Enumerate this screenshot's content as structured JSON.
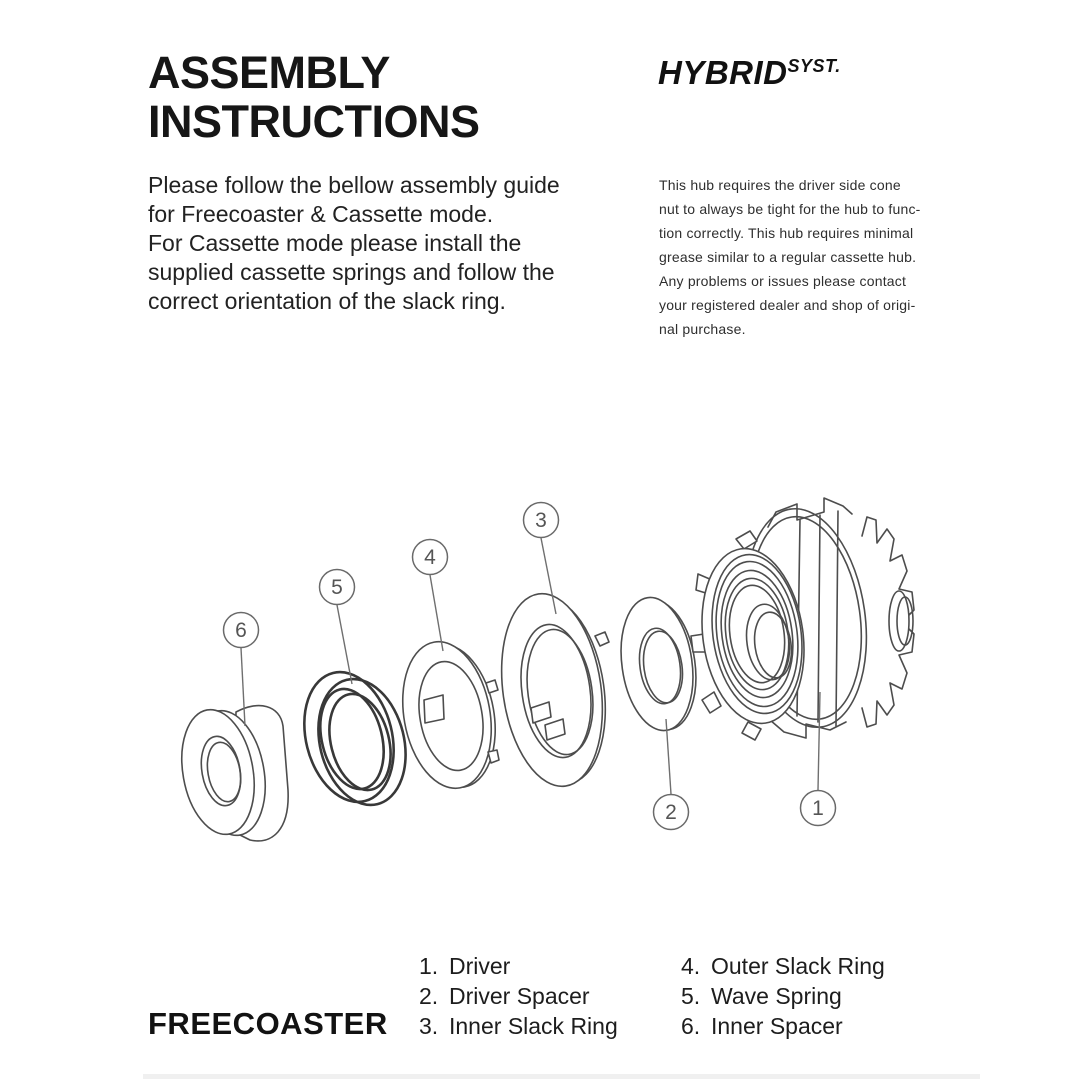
{
  "header": {
    "title_line1": "ASSEMBLY",
    "title_line2": "INSTRUCTIONS",
    "brand": {
      "name": "HYBRID",
      "suffix": "SYST."
    }
  },
  "intro": {
    "lines": [
      "Please follow the bellow assembly guide",
      "for Freecoaster & Cassette mode.",
      "For Cassette mode please install the",
      "supplied cassette springs and follow the",
      "correct orientation of the slack ring."
    ]
  },
  "note": {
    "lines": [
      "This hub requires the driver side cone",
      "nut to always be tight for the hub to func-",
      "tion correctly. This hub requires minimal",
      "grease similar to a regular cassette hub.",
      "Any problems or issues please contact",
      "your registered dealer and shop of origi-",
      "nal purchase."
    ]
  },
  "diagram": {
    "callouts": [
      "1",
      "2",
      "3",
      "4",
      "5",
      "6"
    ]
  },
  "parts_list": {
    "left": [
      {
        "num": "1.",
        "label": "Driver"
      },
      {
        "num": "2.",
        "label": "Driver Spacer"
      },
      {
        "num": "3.",
        "label": "Inner Slack Ring"
      }
    ],
    "right": [
      {
        "num": "4.",
        "label": "Outer Slack Ring"
      },
      {
        "num": "5.",
        "label": "Wave Spring"
      },
      {
        "num": "6.",
        "label": "Inner Spacer"
      }
    ]
  },
  "footer": {
    "mode_label": "FREECOASTER"
  },
  "colors": {
    "text": "#1d1d1d",
    "line_art": "#4d4d4d",
    "divider": "#f0f0f0",
    "background": "#ffffff"
  }
}
